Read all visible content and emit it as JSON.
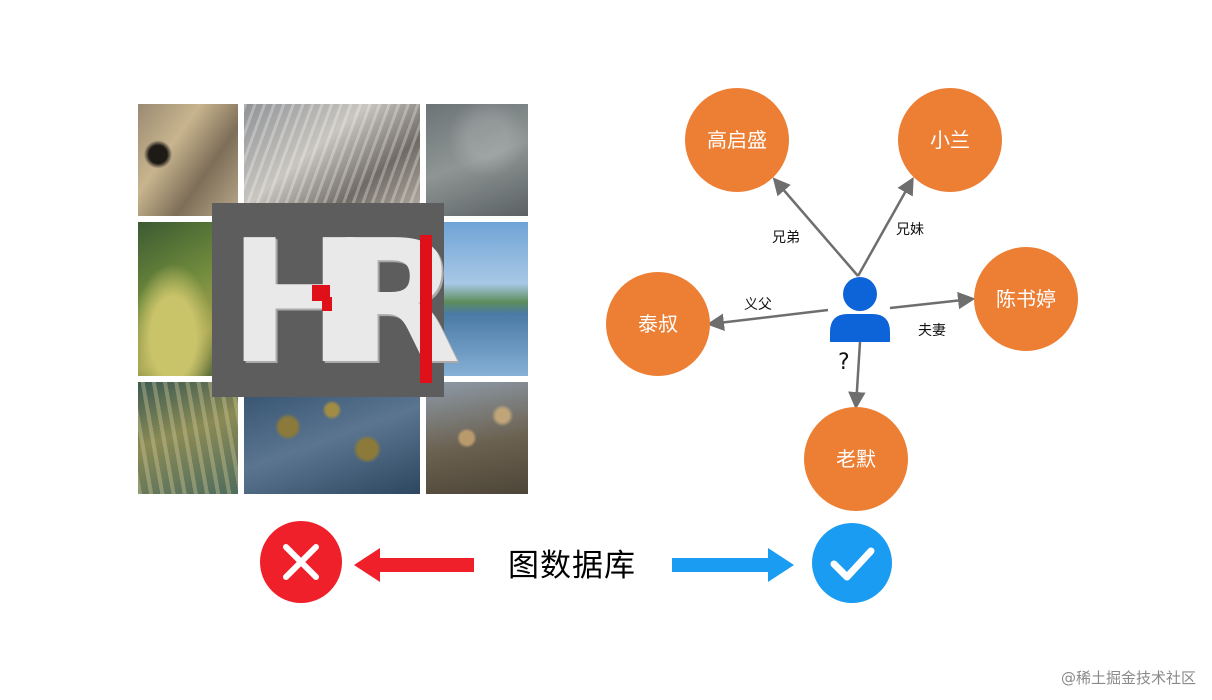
{
  "collage": {
    "logo_letters": [
      "H",
      "R"
    ]
  },
  "graph": {
    "center_icon": "person-icon",
    "nodes": [
      {
        "id": "gao",
        "label": "高启盛"
      },
      {
        "id": "xiaolan",
        "label": "小兰"
      },
      {
        "id": "chen",
        "label": "陈书婷"
      },
      {
        "id": "tai",
        "label": "泰叔"
      },
      {
        "id": "laomo",
        "label": "老默"
      }
    ],
    "edges": [
      {
        "to": "gao",
        "label": "兄弟"
      },
      {
        "to": "xiaolan",
        "label": "兄妹"
      },
      {
        "to": "tai",
        "label": "义父"
      },
      {
        "to": "chen",
        "label": "夫妻"
      },
      {
        "to": "laomo",
        "label": "?"
      }
    ]
  },
  "legend": {
    "center_label": "图数据库",
    "left_icon": "cross-icon",
    "right_icon": "check-icon",
    "colors": {
      "red": "#f0202a",
      "blue": "#1a9cf3",
      "node": "#ec7f34",
      "person": "#0d63d8"
    }
  },
  "watermark": "@稀土掘金技术社区"
}
